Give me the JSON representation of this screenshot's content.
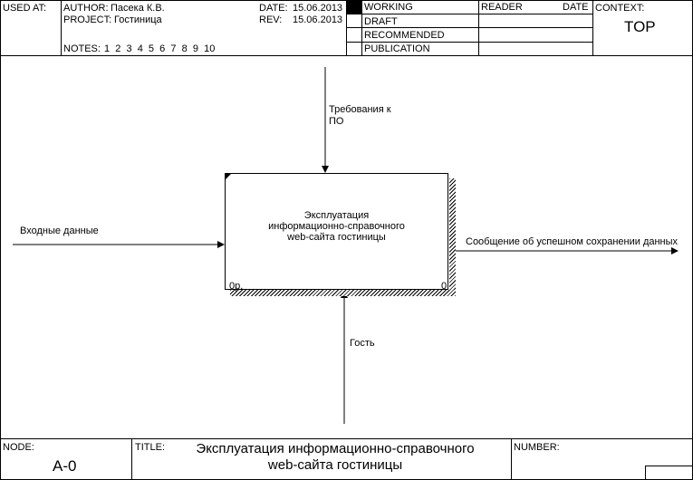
{
  "header": {
    "used_at_label": "USED AT:",
    "author_label": "AUTHOR:",
    "author_value": "Пасека К.В.",
    "project_label": "PROJECT:",
    "project_value": "Гостиница",
    "date_label": "DATE:",
    "date_value": "15.06.2013",
    "rev_label": "REV:",
    "rev_value": "15.06.2013",
    "notes_label": "NOTES:",
    "notes_numbers": "1  2  3  4  5  6  7  8  9  10",
    "status": [
      "WORKING",
      "DRAFT",
      "RECOMMENDED",
      "PUBLICATION"
    ],
    "reader_label": "READER",
    "reader_date_label": "DATE",
    "context_label": "CONTEXT:",
    "context_value": "TOP"
  },
  "diagram": {
    "activity": {
      "lines": [
        "Эксплуатация",
        "информационно-справочного",
        "web-сайта гостиницы"
      ],
      "cost": "0р.",
      "number": "0"
    },
    "arrows": {
      "control": [
        "Требования к",
        "ПО"
      ],
      "input": "Входные данные",
      "output": "Сообщение об успешном сохранении данных",
      "mechanism": "Гость"
    }
  },
  "footer": {
    "node_label": "NODE:",
    "node_value": "A-0",
    "title_label": "TITLE:",
    "title_lines": [
      "Эксплуатация  информационно-справочного",
      "web-сайта гостиницы"
    ],
    "number_label": "NUMBER:"
  }
}
